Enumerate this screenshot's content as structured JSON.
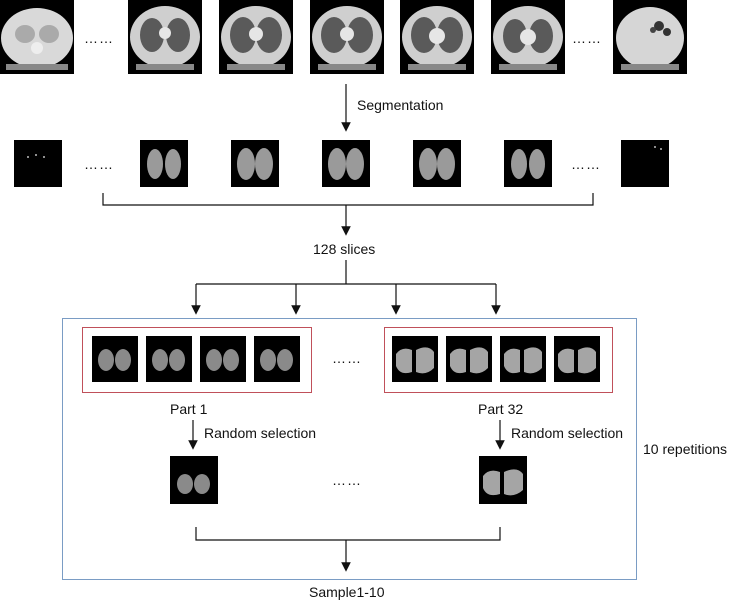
{
  "labels": {
    "segmentation": "Segmentation",
    "slices": "128 slices",
    "part1": "Part 1",
    "part32": "Part 32",
    "random_left": "Random selection",
    "random_right": "Random selection",
    "repetitions": "10 repetitions",
    "sample": "Sample1-10",
    "ellipsis": "……"
  },
  "colors": {
    "part_frame": "#c0505a",
    "outer_frame": "#7a9cc4",
    "arrow": "#111111"
  }
}
